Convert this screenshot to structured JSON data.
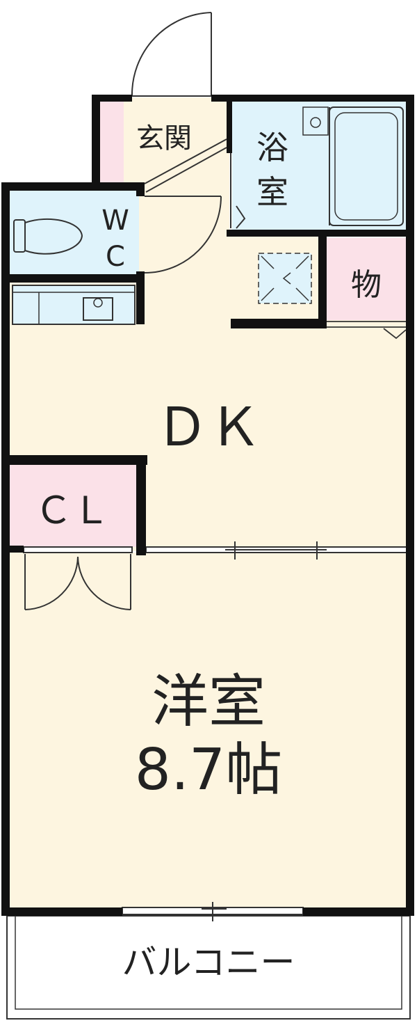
{
  "rooms": {
    "entrance": "玄関",
    "bath_line1": "浴",
    "bath_line2": "室",
    "wc_line1": "W",
    "wc_line2": "C",
    "storage": "物",
    "dk": "ＤＫ",
    "closet": "ＣＬ",
    "western_room": "洋室",
    "western_room_size": "8.7帖",
    "balcony": "バルコニー"
  },
  "colors": {
    "floor": "#fdf5e0",
    "wet_area": "#dff3fb",
    "storage": "#fbe1e8",
    "wall": "#111111"
  }
}
